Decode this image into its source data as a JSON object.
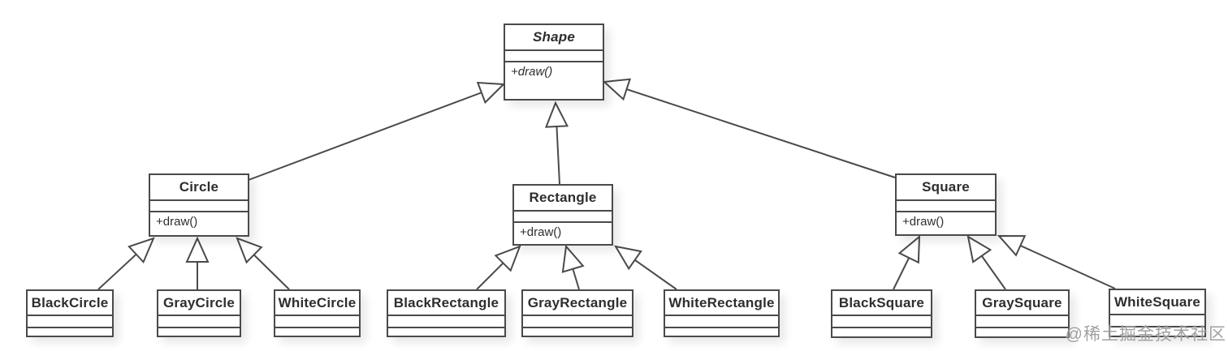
{
  "diagram": {
    "kind": "uml-class-diagram",
    "colors": {
      "line": "#4a4a4a",
      "background": "#ffffff",
      "text": "#2e2e2e",
      "watermark": "#8c8c8c"
    }
  },
  "classes": {
    "shape": {
      "name": "Shape",
      "abstract": true,
      "attributes": [],
      "methods": [
        "+draw()"
      ]
    },
    "circle": {
      "name": "Circle",
      "abstract": false,
      "attributes": [],
      "methods": [
        "+draw()"
      ]
    },
    "rectangle": {
      "name": "Rectangle",
      "abstract": false,
      "attributes": [],
      "methods": [
        "+draw()"
      ]
    },
    "square": {
      "name": "Square",
      "abstract": false,
      "attributes": [],
      "methods": [
        "+draw()"
      ]
    },
    "black_circle": {
      "name": "BlackCircle",
      "abstract": false,
      "attributes": [],
      "methods": []
    },
    "gray_circle": {
      "name": "GrayCircle",
      "abstract": false,
      "attributes": [],
      "methods": []
    },
    "white_circle": {
      "name": "WhiteCircle",
      "abstract": false,
      "attributes": [],
      "methods": []
    },
    "black_rectangle": {
      "name": "BlackRectangle",
      "abstract": false,
      "attributes": [],
      "methods": []
    },
    "gray_rectangle": {
      "name": "GrayRectangle",
      "abstract": false,
      "attributes": [],
      "methods": []
    },
    "white_rectangle": {
      "name": "WhiteRectangle",
      "abstract": false,
      "attributes": [],
      "methods": []
    },
    "black_square": {
      "name": "BlackSquare",
      "abstract": false,
      "attributes": [],
      "methods": []
    },
    "gray_square": {
      "name": "GraySquare",
      "abstract": false,
      "attributes": [],
      "methods": []
    },
    "white_square": {
      "name": "WhiteSquare",
      "abstract": false,
      "attributes": [],
      "methods": []
    }
  },
  "relationships": [
    {
      "type": "generalization",
      "from": "Circle",
      "to": "Shape"
    },
    {
      "type": "generalization",
      "from": "Rectangle",
      "to": "Shape"
    },
    {
      "type": "generalization",
      "from": "Square",
      "to": "Shape"
    },
    {
      "type": "generalization",
      "from": "BlackCircle",
      "to": "Circle"
    },
    {
      "type": "generalization",
      "from": "GrayCircle",
      "to": "Circle"
    },
    {
      "type": "generalization",
      "from": "WhiteCircle",
      "to": "Circle"
    },
    {
      "type": "generalization",
      "from": "BlackRectangle",
      "to": "Rectangle"
    },
    {
      "type": "generalization",
      "from": "GrayRectangle",
      "to": "Rectangle"
    },
    {
      "type": "generalization",
      "from": "WhiteRectangle",
      "to": "Rectangle"
    },
    {
      "type": "generalization",
      "from": "BlackSquare",
      "to": "Square"
    },
    {
      "type": "generalization",
      "from": "GraySquare",
      "to": "Square"
    },
    {
      "type": "generalization",
      "from": "WhiteSquare",
      "to": "Square"
    }
  ],
  "watermark": {
    "text": "@稀土掘金技术社区"
  }
}
